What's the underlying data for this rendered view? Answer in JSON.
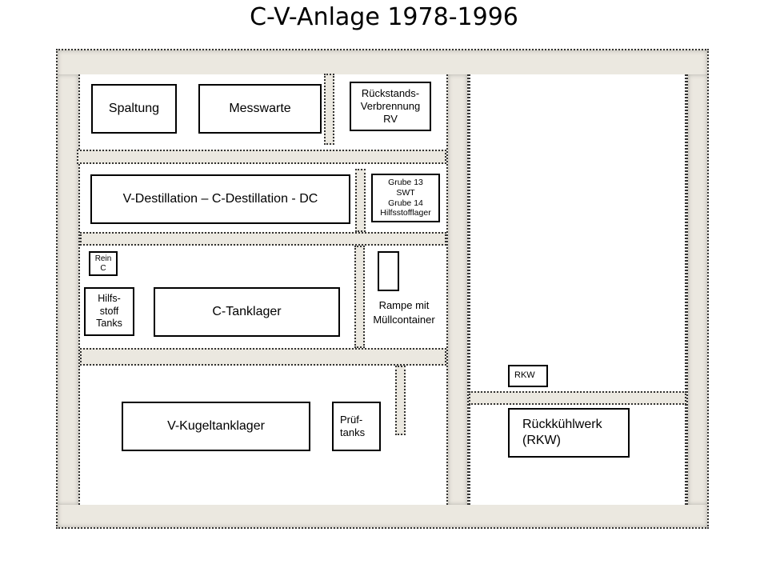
{
  "title": "C-V-Anlage 1978-1996",
  "buildings": {
    "spaltung": "Spaltung",
    "messwarte": "Messwarte",
    "rv": "Rückstands-\nVerbrennung\nRV",
    "destillation": "V-Destillation – C-Destillation - DC",
    "grube": "Grube 13\nSWT\nGrube 14\nHilfsstofflager",
    "rein_c": "Rein\nC",
    "hilfsstoff_tanks": "Hilfs-\nstoff\nTanks",
    "c_tanklager": "C-Tanklager",
    "rampe": "Rampe mit\nMüllcontainer",
    "kugeltanklager": "V-Kugeltanklager",
    "prueftanks": "Prüf-\ntanks",
    "rkw_small": "RKW",
    "rueckkuehlwerk": "Rückkühlwerk\n(RKW)"
  }
}
